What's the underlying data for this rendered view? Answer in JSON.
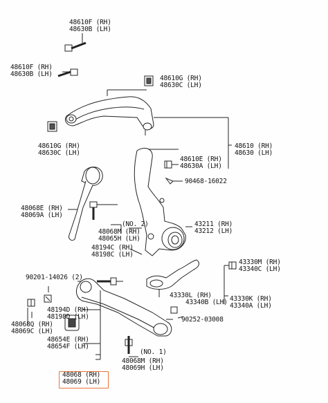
{
  "colors": {
    "line": "#222222",
    "highlight": "#e8743b",
    "background": "#fefefe"
  },
  "labels": {
    "bolt_48610F_48630B": [
      "48610F (RH)",
      "48630B (LH)"
    ],
    "bolt_48610F_48630B_lower": [
      "48610F (RH)",
      "48630B (LH)"
    ],
    "bush_48610G_48630C_right": [
      "48610G (RH)",
      "48630C (LH)"
    ],
    "bush_48610G_48630C_left": [
      "48610G (RH)",
      "48630C (LH)"
    ],
    "upper_arm_48610_48630": [
      "48610 (RH)",
      "48630 (LH)"
    ],
    "nut_48610E_48630A": [
      "48610E (RH)",
      "48630A (LH)"
    ],
    "cotter_pin": "90468-16022",
    "strut_48068E_48069A": [
      "48068E (RH)",
      "48069A (LH)"
    ],
    "no2": "(NO. 2)",
    "bolt_48068M_48065H": [
      "48068M (RH)",
      "48065H (LH)"
    ],
    "bolt_48194C_48198C": [
      "48194C (RH)",
      "48198C (LH)"
    ],
    "knuckle_43211_43212": [
      "43211 (RH)",
      "43212 (LH)"
    ],
    "nut_43330M_43340C": [
      "43330M (RH)",
      "43340C (LH)"
    ],
    "washer_90201": "90201-14026 (2)",
    "nut_48194D_48198D": [
      "48194D (RH)",
      "48198D (LH)"
    ],
    "ball_joint_43330L_43340B": [
      "43330L (RH)",
      "43340B (LH)"
    ],
    "ball_joint_43330K_43340A": [
      "43330K (RH)",
      "43340A (LH)"
    ],
    "nut_48068Q_48069C": [
      "48068Q (RH)",
      "48069C (LH)"
    ],
    "bush_48654E_48654F": [
      "48654E (RH)",
      "48654F (LH)"
    ],
    "cotter_90252": "90252-03008",
    "no1": "(NO. 1)",
    "bolt_48068M_48069H": [
      "48068M (RH)",
      "48069H (LH)"
    ],
    "lower_arm_48068_48069": [
      "48068 (RH)",
      "48069 (LH)"
    ]
  }
}
